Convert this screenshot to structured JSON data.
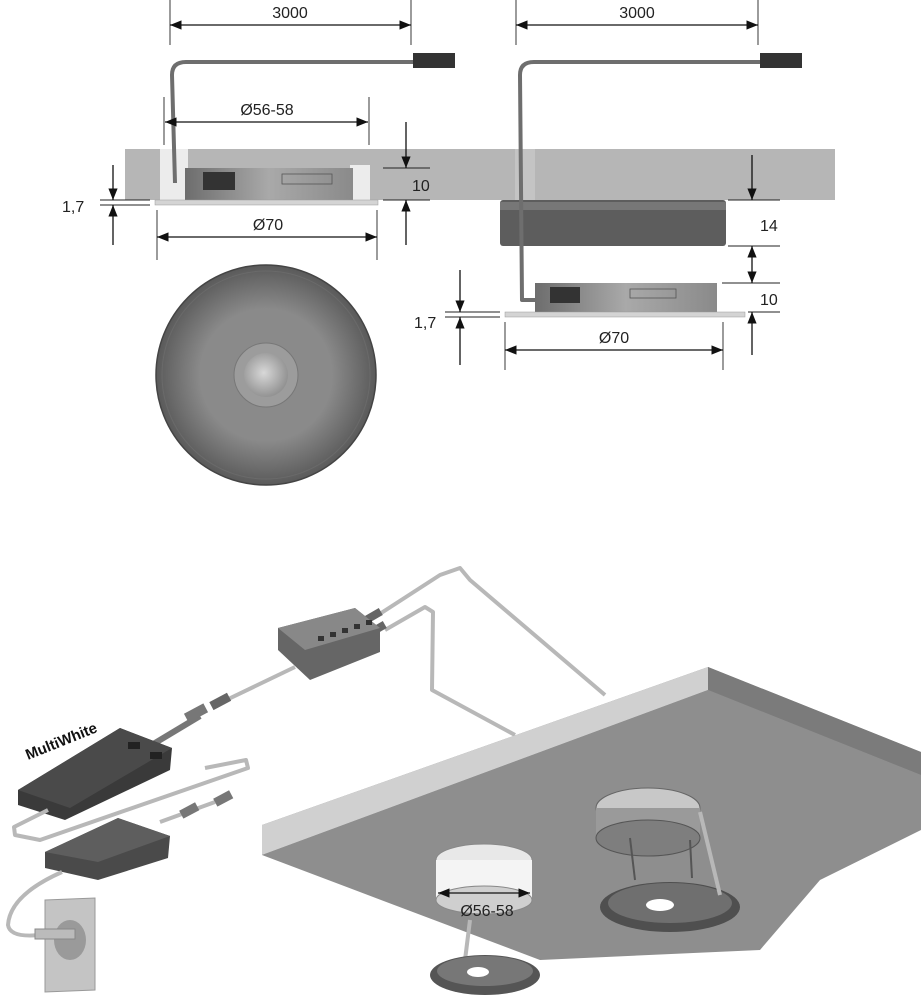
{
  "diagram": {
    "left_view": {
      "cable_length": "3000",
      "cutout_diameter": "Ø56-58",
      "height": "10",
      "flange_thickness": "1,7",
      "flange_diameter": "Ø70"
    },
    "right_view": {
      "cable_length": "3000",
      "surface_ring_height": "14",
      "height": "10",
      "flange_thickness": "1,7",
      "flange_diameter": "Ø70"
    },
    "installation": {
      "driver_label": "MultiWhite",
      "cutout_diameter": "Ø56-58"
    }
  },
  "colors": {
    "panel_edge": "#c9c9c9",
    "panel_face": "#8f8f8f",
    "device_dark": "#3a3a3a",
    "fixture_gray": "#7a7a7a"
  }
}
